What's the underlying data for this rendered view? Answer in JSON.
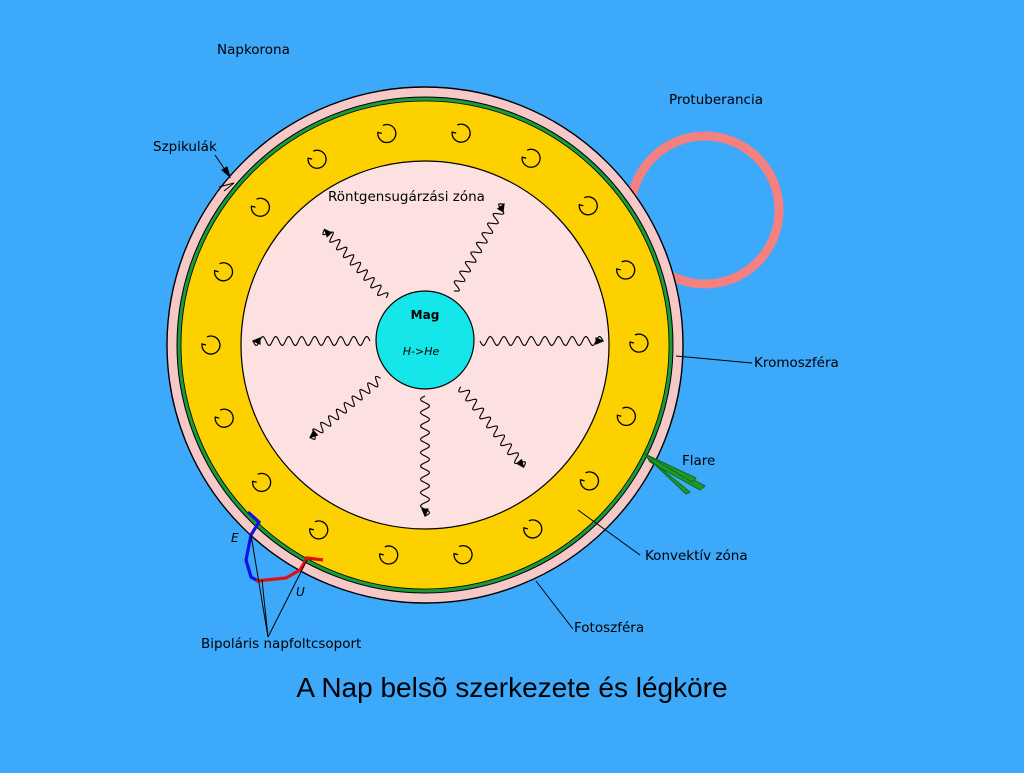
{
  "labels": {
    "corona": "Napkorona",
    "spicules": "Szpikulák",
    "prominence": "Protuberancia",
    "radiative_zone": "Röntgensugárzási zóna",
    "core": "Mag",
    "core_reaction": "H->He",
    "chromosphere": "Kromoszféra",
    "flare": "Flare",
    "convective_zone": "Konvektív zóna",
    "photosphere": "Fotoszféra",
    "bipolar_sunspot_group": "Bipoláris napfoltcsoport",
    "pole_e": "E",
    "pole_u": "U"
  },
  "caption": "A Nap belsõ szerkezete és légköre",
  "colors": {
    "background": "#3da9fb",
    "corona": "#f6c8c8",
    "chromosphere": "#1a9a3a",
    "convective_zone": "#fdd100",
    "radiative_zone": "#fde0e0",
    "core": "#14e6ea",
    "prominence": "#f48080",
    "flare": "#1f9a2a",
    "sunspot_e": "#1010e0",
    "sunspot_u": "#e01010"
  }
}
